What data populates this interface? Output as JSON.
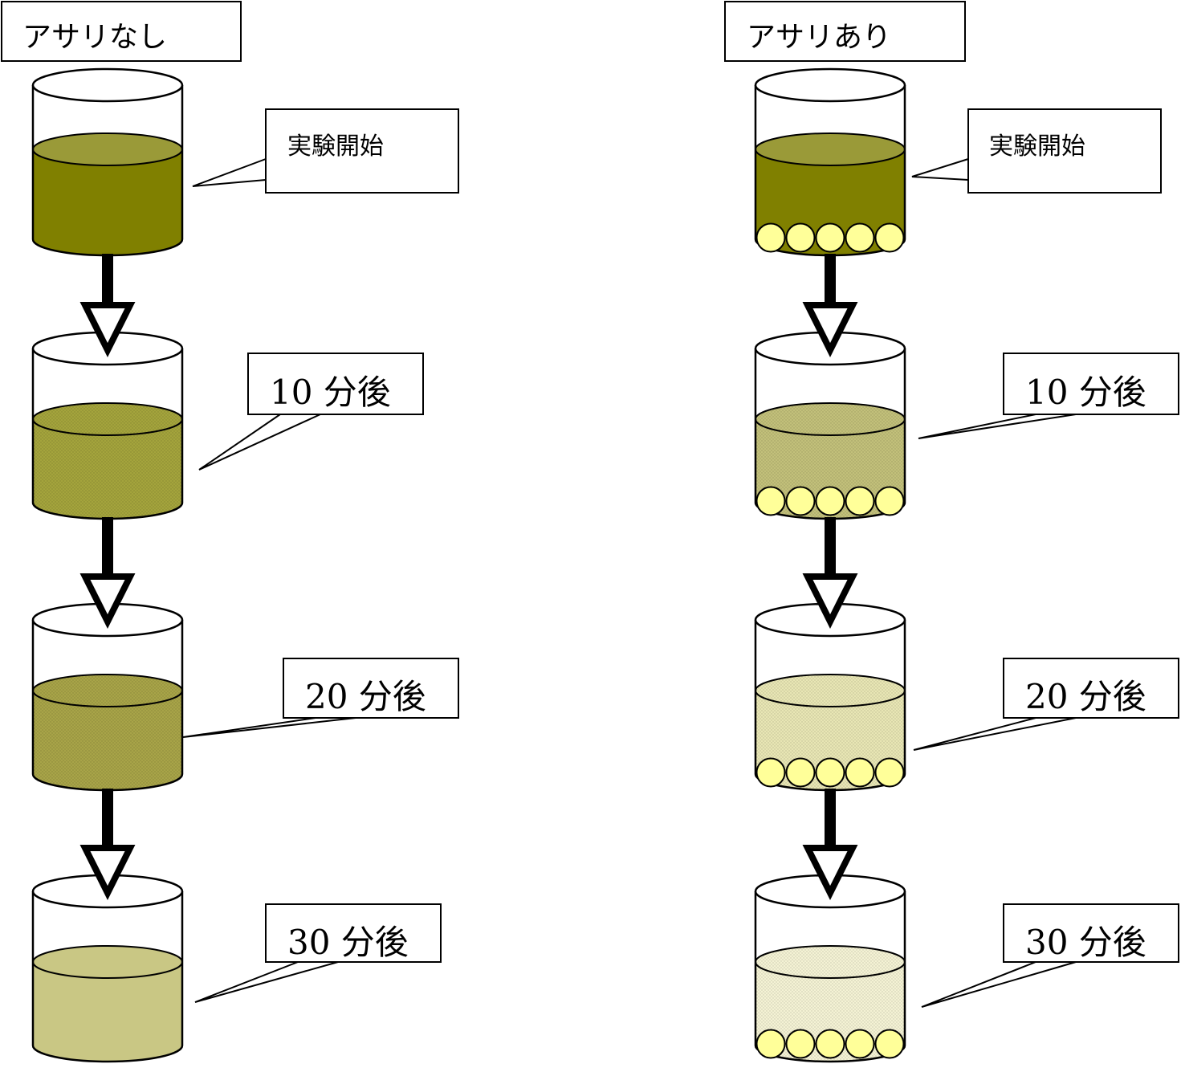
{
  "columns": [
    {
      "title": "アサリなし",
      "has_clams": false,
      "stages": [
        {
          "label": "実験開始",
          "liquid_color": "#808000",
          "pattern": "solid"
        },
        {
          "label": "10 分後",
          "liquid_color": "#a4a43c",
          "pattern": "dotted"
        },
        {
          "label": "20 分後",
          "liquid_color": "#a8a448",
          "pattern": "dotted"
        },
        {
          "label": "30 分後",
          "liquid_color": "#c9c784",
          "pattern": "plain"
        }
      ]
    },
    {
      "title": "アサリあり",
      "has_clams": true,
      "stages": [
        {
          "label": "実験開始",
          "liquid_color": "#808000",
          "pattern": "solid"
        },
        {
          "label": "10 分後",
          "liquid_color": "#c2c07a",
          "pattern": "dotted"
        },
        {
          "label": "20 分後",
          "liquid_color": "#e8e6b4",
          "pattern": "dotted"
        },
        {
          "label": "30 分後",
          "liquid_color": "#f4f2d4",
          "pattern": "dotted"
        }
      ]
    }
  ],
  "colors": {
    "outline": "#000000",
    "clam_fill": "#ffff99",
    "liquid_top_start": "#9a9a38",
    "arrow": "#000000"
  }
}
